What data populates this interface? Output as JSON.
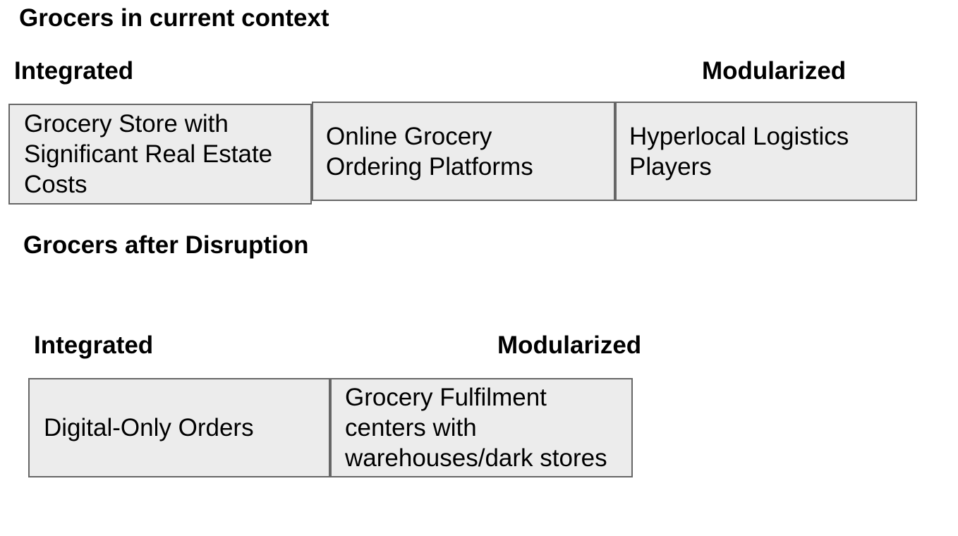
{
  "colors": {
    "background": "#ffffff",
    "box_fill": "#ececec",
    "box_border": "#666666",
    "text": "#000000"
  },
  "current_context": {
    "title": "Grocers in current context",
    "left_label": "Integrated",
    "right_label": "Modularized",
    "boxes": [
      {
        "label": "Grocery Store with\nSignificant Real Estate\nCosts"
      },
      {
        "label": "Online Grocery\nOrdering Platforms"
      },
      {
        "label": "Hyperlocal Logistics\nPlayers"
      }
    ]
  },
  "after_disruption": {
    "title": "Grocers after Disruption",
    "left_label": "Integrated",
    "right_label": "Modularized",
    "boxes": [
      {
        "label": "Digital-Only Orders"
      },
      {
        "label": "Grocery Fulfilment\ncenters with\nwarehouses/dark stores"
      }
    ]
  }
}
